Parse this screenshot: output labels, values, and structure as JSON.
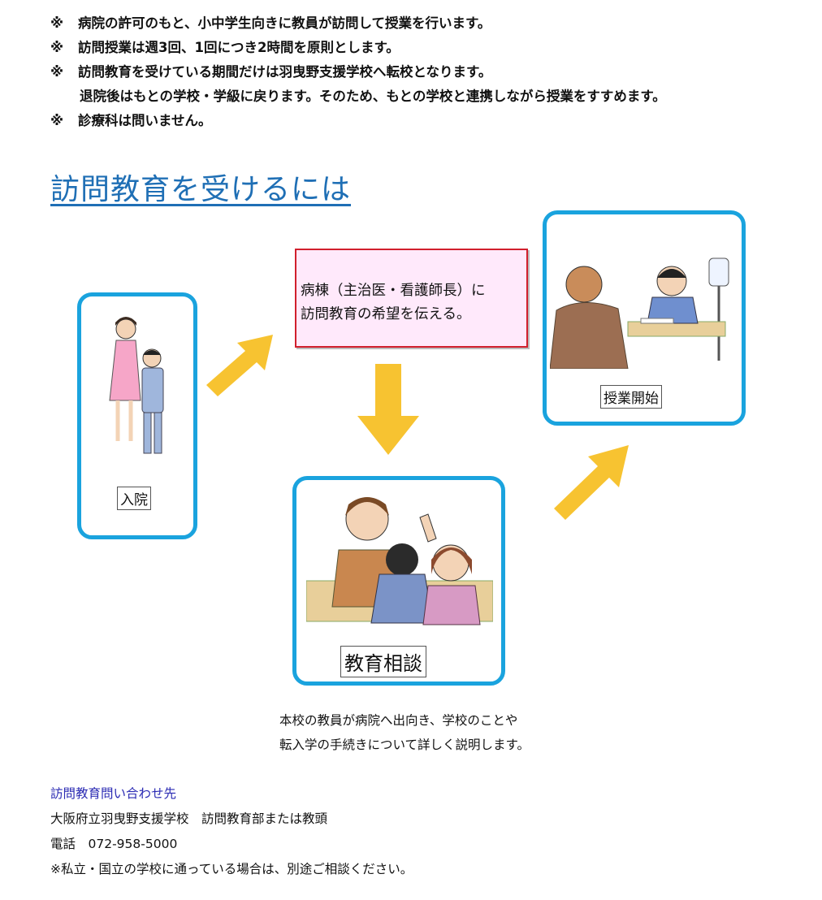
{
  "notes": [
    {
      "mark": "※",
      "text": "病院の許可のもと、小中学生向きに教員が訪問して授業を行います。"
    },
    {
      "mark": "※",
      "text": "訪問授業は週3回、1回につき2時間を原則とします。"
    },
    {
      "mark": "※",
      "text": "訪問教育を受けている期間だけは羽曳野支援学校へ転校となります。"
    },
    {
      "mark": "",
      "text": "退院後はもとの学校・学級に戻ります。そのため、もとの学校と連携しながら授業をすすめます。"
    },
    {
      "mark": "※",
      "text": "診療科は問いません。"
    }
  ],
  "heading": "訪問教育を受けるには",
  "steps": {
    "admission": "入院",
    "request_line1": "病棟（主治医・看護師長）に",
    "request_line2": "訪問教育の希望を伝える。",
    "consult": "教育相談",
    "start": "授業開始"
  },
  "description": {
    "line1": "本校の教員が病院へ出向き、学校のことや",
    "line2": "転入学の手続きについて詳しく説明します。"
  },
  "contact": {
    "title": "訪問教育問い合わせ先",
    "school": "大阪府立羽曳野支援学校　訪問教育部または教頭",
    "phone": "電話　072-958-5000",
    "note": "※私立・国立の学校に通っている場合は、別途ご相談ください。"
  },
  "colors": {
    "card_border": "#1aa3de",
    "arrow": "#f7c331",
    "heading": "#1f6fb5",
    "request_box_bg": "#ffe9fb",
    "request_box_border": "#d11f2d"
  }
}
